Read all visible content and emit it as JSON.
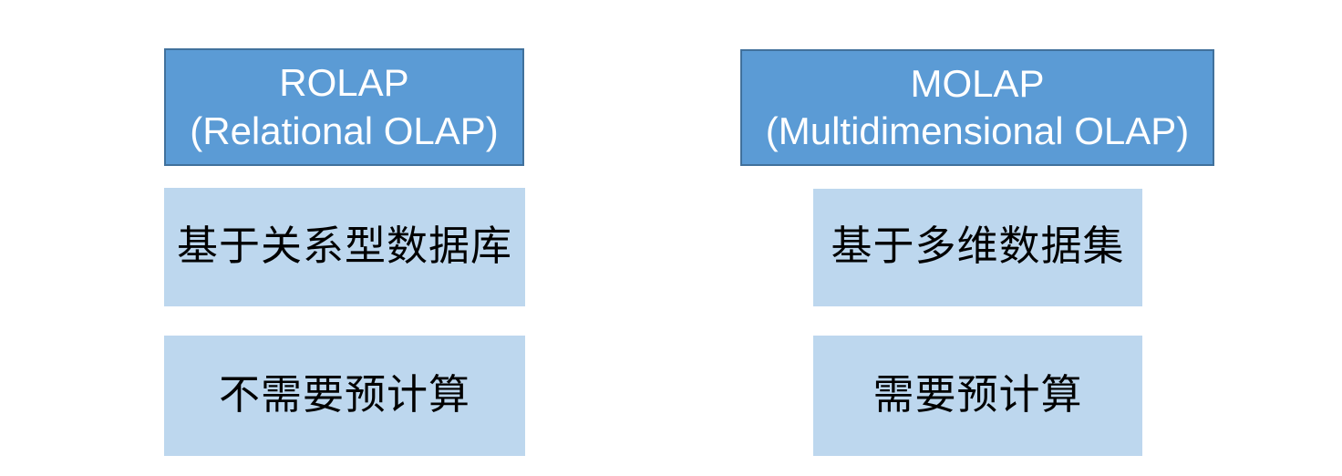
{
  "colors": {
    "background": "#FFFFFF",
    "header_fill": "#5B9BD5",
    "header_border": "#41719C",
    "header_text": "#FFFFFF",
    "cell_fill": "#BDD7EE",
    "cell_text": "#000000"
  },
  "columns": [
    {
      "id": "rolap",
      "header": {
        "line1": "ROLAP",
        "line2": "(Relational OLAP)"
      },
      "rows": [
        "基于关系型数据库",
        "不需要预计算"
      ]
    },
    {
      "id": "molap",
      "header": {
        "line1": "MOLAP",
        "line2": "(Multidimensional OLAP)"
      },
      "rows": [
        "基于多维数据集",
        "需要预计算"
      ]
    }
  ]
}
